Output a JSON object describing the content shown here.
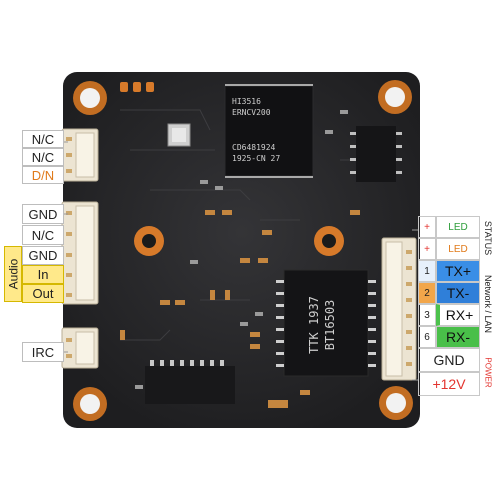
{
  "left_labels": {
    "nc1": "N/C",
    "nc2": "N/C",
    "dn": "D/N",
    "gnd1": "GND",
    "nc3": "N/C",
    "gnd2": "GND",
    "in": "In",
    "out": "Out",
    "audio": "Audio",
    "irc": "IRC"
  },
  "chips": {
    "soc_line1": "HI3516",
    "soc_line2": "ERNCV200",
    "soc_line3": "CD6481924",
    "soc_line4": "1925-CN 27",
    "magnetic_line1": "TTK 1937",
    "magnetic_line2": "BT16503"
  },
  "right_table": {
    "status_rows": [
      {
        "mark": "+",
        "label": "LED"
      },
      {
        "mark": "+",
        "label": "LED"
      }
    ],
    "status_header": "STATUS",
    "lan_rows": [
      {
        "num": "1",
        "label": "TX+",
        "color": "#3a8ee6"
      },
      {
        "num": "2",
        "label": "TX-",
        "color": "#2f7fd9"
      },
      {
        "num": "3",
        "label": "RX+",
        "color": "#4cc24c"
      },
      {
        "num": "6",
        "label": "RX-",
        "color": "#49bf49"
      }
    ],
    "lan_header": "Network / LAN",
    "gnd": "GND",
    "v12": "+12V",
    "power_header": "POWER"
  },
  "colors": {
    "board": "#2a2a2c",
    "pad_copper": "#d77a2a",
    "connector_white": "#ece4d2",
    "led_plus": "#e3342f",
    "led_text": "#2e9e3b",
    "tx_blue": "#3a8ee6",
    "rx_green": "#4cc24c"
  }
}
